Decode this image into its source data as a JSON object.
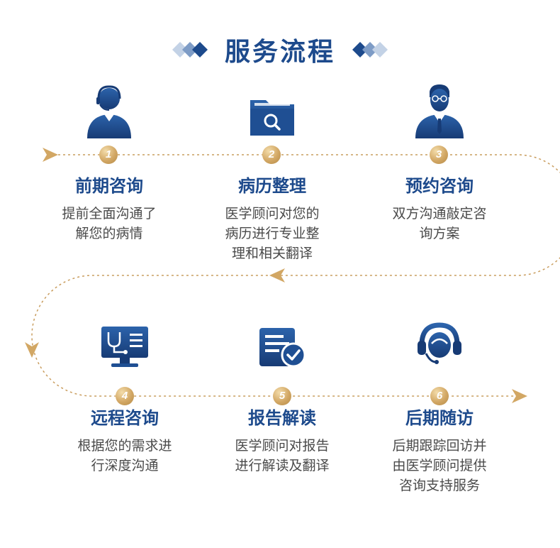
{
  "header": {
    "title": "服务流程"
  },
  "steps": [
    {
      "number": "1",
      "title": "前期咨询",
      "desc": "提前全面沟通了\n解您的病情",
      "icon": "customer-service-agent-icon"
    },
    {
      "number": "2",
      "title": "病历整理",
      "desc": "医学顾问对您的\n病历进行专业整\n理和相关翻译",
      "icon": "folder-search-icon"
    },
    {
      "number": "3",
      "title": "预约咨询",
      "desc": "双方沟通敲定咨\n询方案",
      "icon": "doctor-icon"
    },
    {
      "number": "4",
      "title": "远程咨询",
      "desc": "根据您的需求进\n行深度沟通",
      "icon": "stethoscope-monitor-icon"
    },
    {
      "number": "5",
      "title": "报告解读",
      "desc": "医学顾问对报告\n进行解读及翻译",
      "icon": "report-check-icon"
    },
    {
      "number": "6",
      "title": "后期随访",
      "desc": "后期跟踪回访并\n由医学顾问提供\n咨询支持服务",
      "icon": "headset-support-icon"
    }
  ],
  "colors": {
    "primary": "#1d4a8c",
    "gold": "#d2a764",
    "text": "#4a4a4a"
  }
}
